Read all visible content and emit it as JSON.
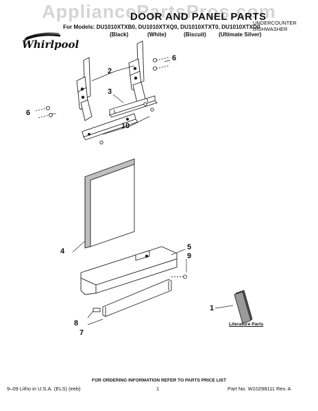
{
  "watermark": "AppliancePartsPros.com",
  "header": {
    "title": "DOOR AND PANEL PARTS",
    "models_line": "For Models: DU1010XTXB0, DU1010XTXQ0, DU1010XTXT0, DU1010XTXD0",
    "colors": [
      "(Black)",
      "(White)",
      "(Biscuit)",
      "(Ultimate Silver)"
    ],
    "category_line1": "UNDERCOUNTER",
    "category_line2": "DISHWASHER",
    "brand": "Whirlpool"
  },
  "callouts": {
    "c1": "1",
    "c2": "2",
    "c3": "3",
    "c4": "4",
    "c5": "5",
    "c6a": "6",
    "c6b": "6",
    "c7": "7",
    "c8": "8",
    "c9": "9",
    "c10": "10"
  },
  "literature_label": "Literature Parts",
  "footer": {
    "ordering": "FOR ORDERING INFORMATION REFER TO PARTS PRICE LIST",
    "litho": "9–09 Litho in U.S.A. (ELS) (eeb)",
    "page": "1",
    "part_no": "Part No. W10298111 Rev. A"
  }
}
